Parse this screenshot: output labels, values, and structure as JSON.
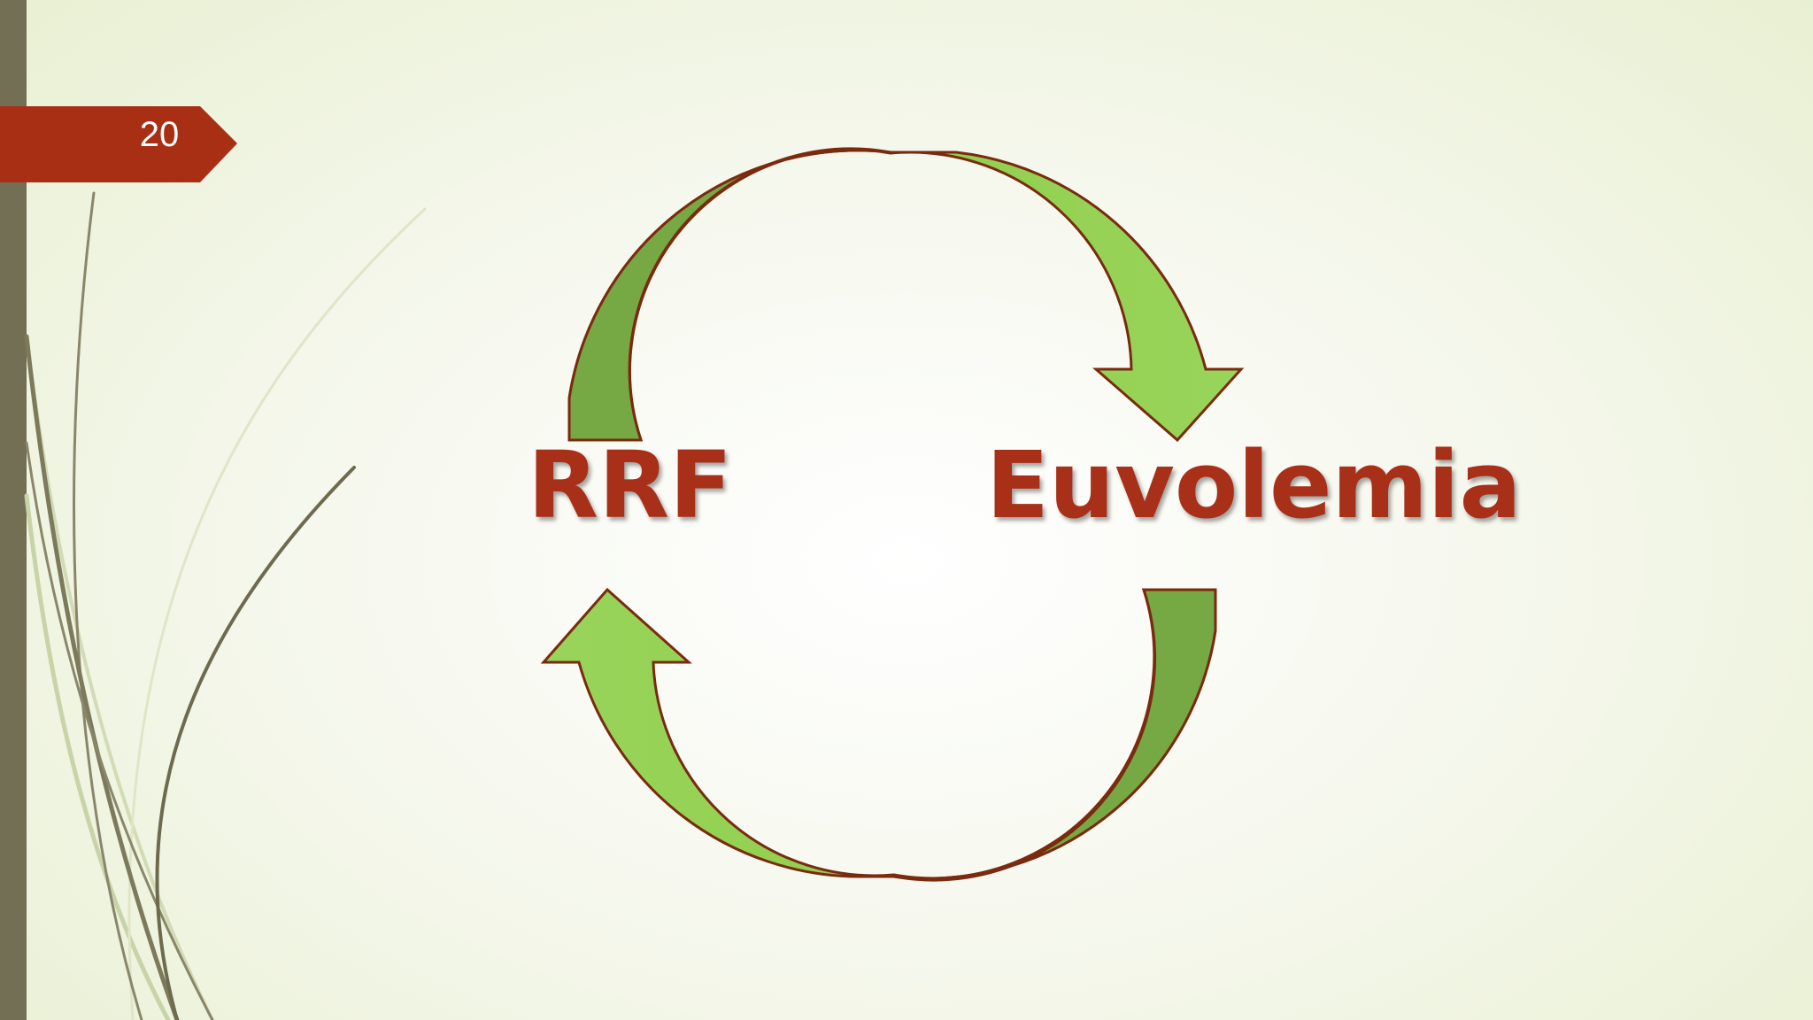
{
  "slide": {
    "number": "20"
  },
  "cycle": {
    "left_label": "RRF",
    "right_label": "Euvolemia"
  },
  "colors": {
    "label_text": "#a83018",
    "tab_red": "#a82e14",
    "side_bar": "#736f55",
    "arrow_light": "#92d050",
    "arrow_dark": "#76a843",
    "arrow_outline": "#7a2a0f",
    "grass": "#7d7a5c",
    "grass_light": "#c8d4a8"
  }
}
